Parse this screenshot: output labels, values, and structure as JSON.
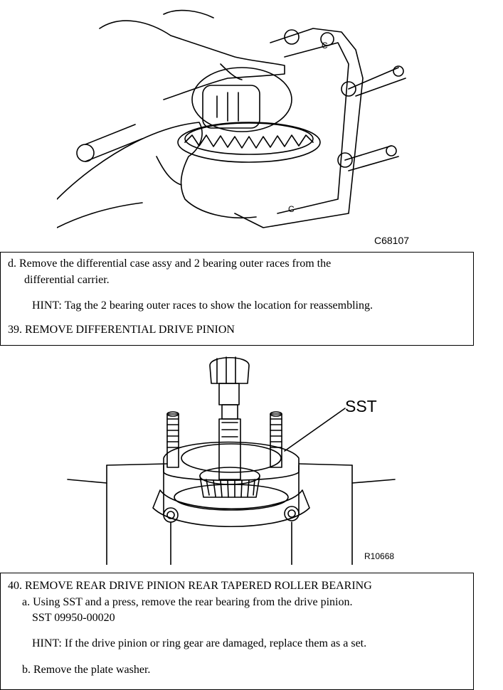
{
  "figure1": {
    "code": "C68107"
  },
  "section1": {
    "step_d_line1": "d. Remove the differential case assy and 2 bearing outer races from the",
    "step_d_line2": "differential carrier.",
    "hint": "HINT: Tag the 2 bearing outer races to show the location for reassembling.",
    "heading_39": "39. REMOVE DIFFERENTIAL DRIVE PINION"
  },
  "figure2": {
    "callout": "SST",
    "code": "R10668"
  },
  "section2": {
    "heading_40": "40. REMOVE REAR DRIVE PINION REAR TAPERED ROLLER BEARING",
    "step_a": "a. Using SST and a press, remove the rear bearing from the drive pinion.",
    "sst_number": "SST 09950-00020",
    "hint": "HINT: If the drive pinion or ring gear are damaged, replace them as a set.",
    "step_b": "b. Remove the plate washer."
  }
}
